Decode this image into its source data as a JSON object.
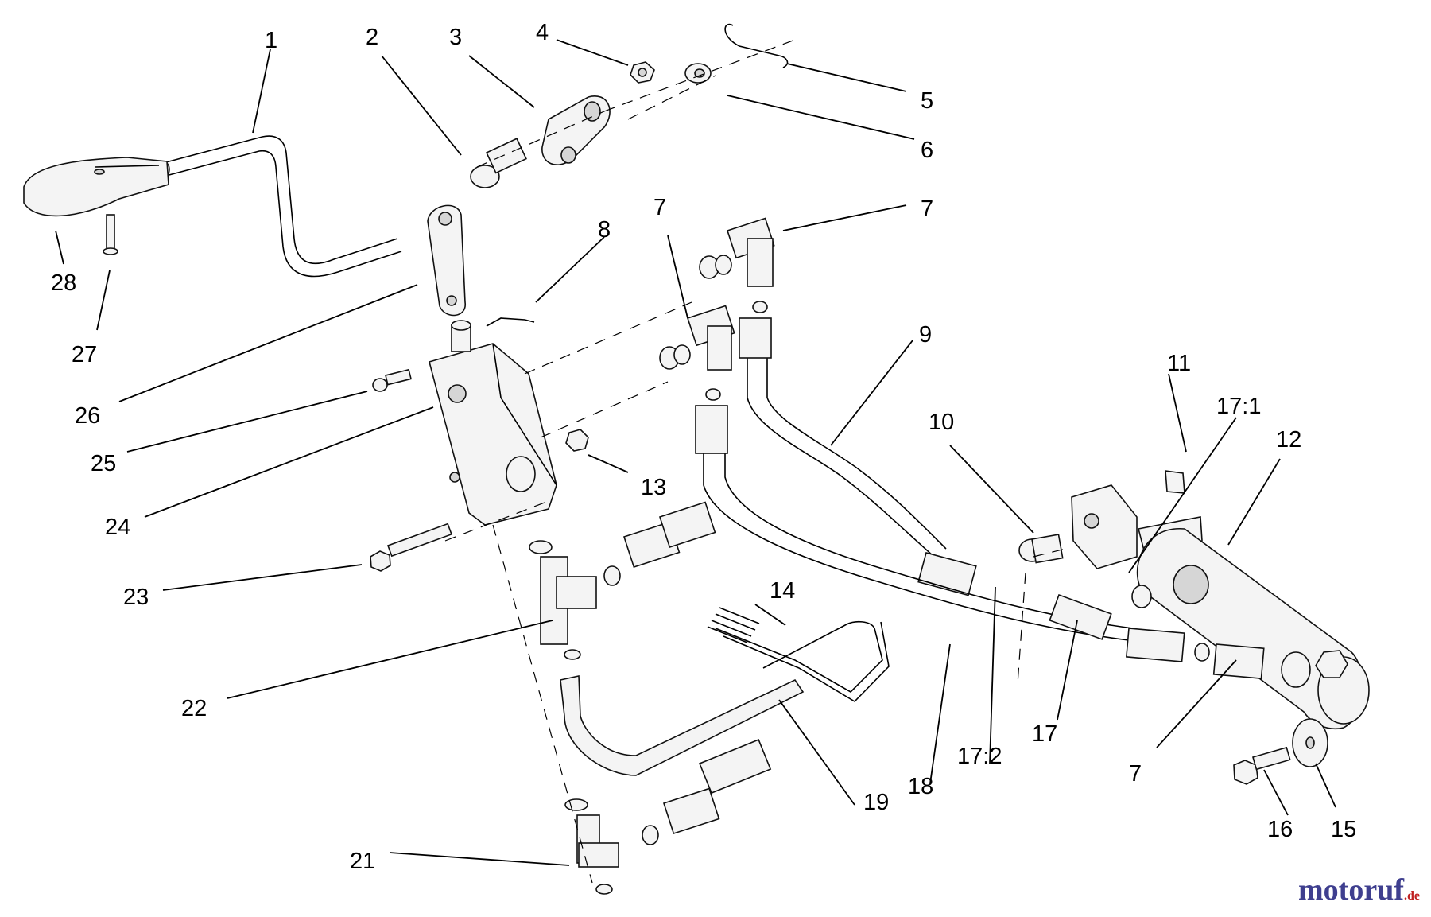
{
  "watermark": {
    "brand": "motoruf",
    "tld": ".de"
  },
  "callouts": {
    "c1": "1",
    "c2": "2",
    "c3": "3",
    "c4": "4",
    "c5": "5",
    "c6": "6",
    "c7a": "7",
    "c7b": "7",
    "c7c": "7",
    "c8": "8",
    "c9": "9",
    "c10": "10",
    "c11": "11",
    "c12": "12",
    "c13": "13",
    "c14": "14",
    "c15": "15",
    "c16": "16",
    "c17": "17",
    "c17_1": "17:1",
    "c17_2": "17:2",
    "c18": "18",
    "c19": "19",
    "c21": "21",
    "c22": "22",
    "c23": "23",
    "c24": "24",
    "c25": "25",
    "c26": "26",
    "c27": "27",
    "c28": "28"
  }
}
